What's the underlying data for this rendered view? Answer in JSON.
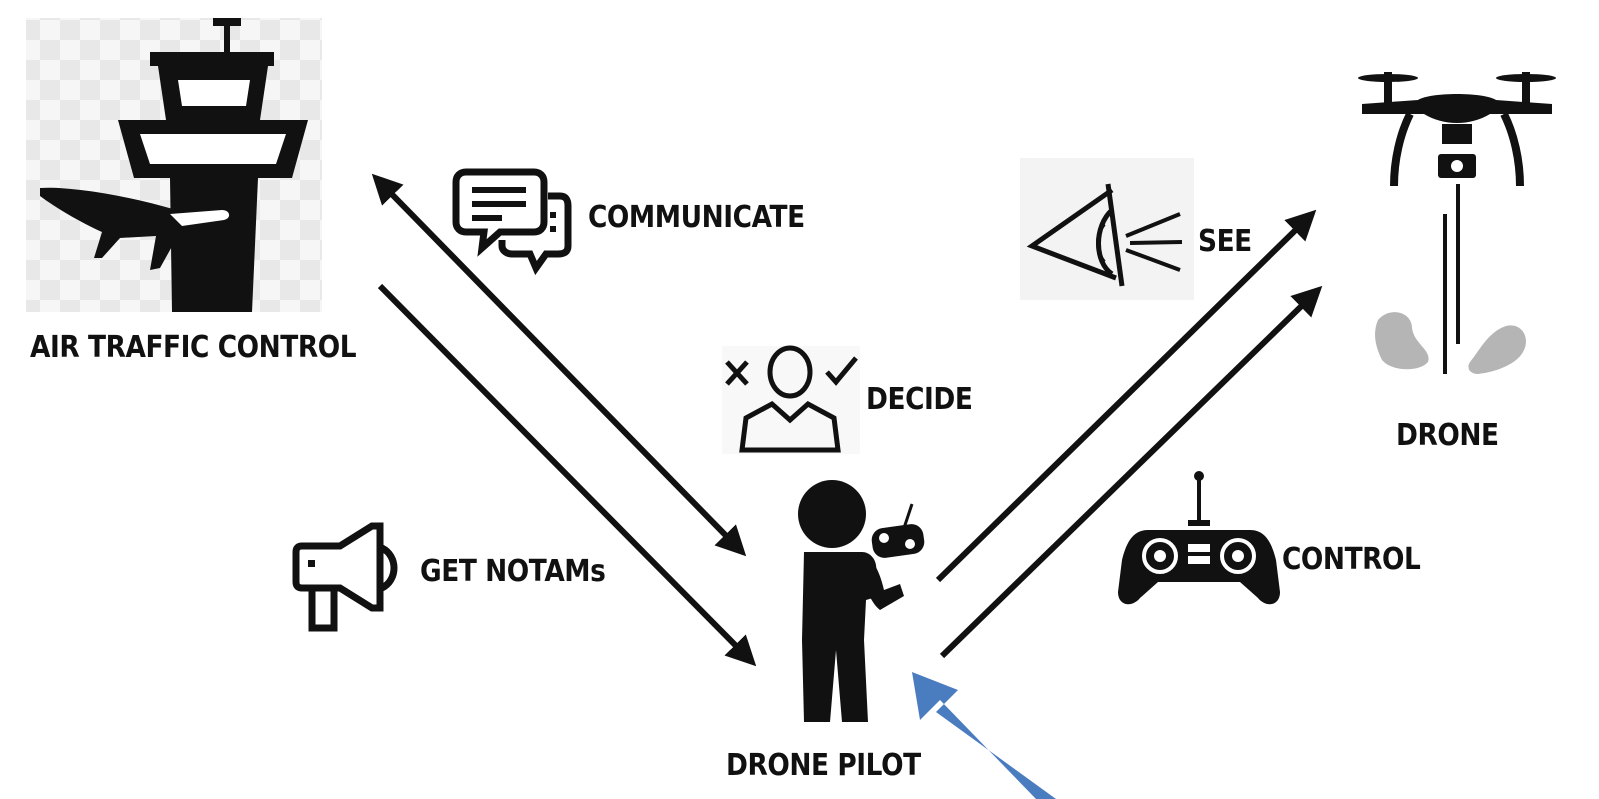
{
  "nodes": {
    "air_traffic_control": "AIR TRAFFIC CONTROL",
    "drone": "DRONE",
    "drone_pilot": "DRONE PILOT"
  },
  "actions": {
    "communicate": "COMMUNICATE",
    "decide": "DECIDE",
    "get_notams": "GET NOTAMs",
    "see": "SEE",
    "control": "CONTROL"
  },
  "icons": {
    "tower": "control-tower-icon",
    "airplane": "airplane-icon",
    "drone": "drone-icon",
    "pilot": "pilot-with-remote-icon",
    "chat": "chat-bubbles-icon",
    "decide": "person-decide-icon",
    "megaphone": "megaphone-icon",
    "eye": "eye-icon",
    "gamepad": "remote-controller-icon"
  },
  "colors": {
    "ink": "#111111",
    "highlight_arrow": "#4a7cc0",
    "checker_light": "#ebebeb",
    "checker_dark": "#f7f7f7",
    "shadow_gray": "#b5b5b5"
  }
}
